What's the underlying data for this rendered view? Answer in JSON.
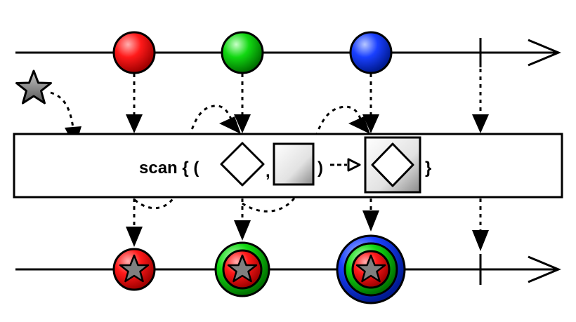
{
  "operator": {
    "label_prefix": "scan { (",
    "comma": ",",
    "label_close_paren": ")",
    "label_suffix": "}",
    "arrow_symbol": "-▷"
  },
  "seed": {
    "shape": "star-icon",
    "color": "#808080"
  },
  "input_marbles": [
    {
      "color": "#ff0000",
      "name": "red"
    },
    {
      "color": "#00d000",
      "name": "green"
    },
    {
      "color": "#0030ff",
      "name": "blue"
    }
  ],
  "output_marbles": [
    {
      "rings": [
        "#e00000"
      ]
    },
    {
      "rings": [
        "#00b000",
        "#e00000"
      ]
    },
    {
      "rings": [
        "#0030ff",
        "#00b000",
        "#e00000"
      ]
    }
  ],
  "colors": {
    "line": "#000000",
    "box_fill": "#ffffff",
    "star_fill": "#808080"
  }
}
